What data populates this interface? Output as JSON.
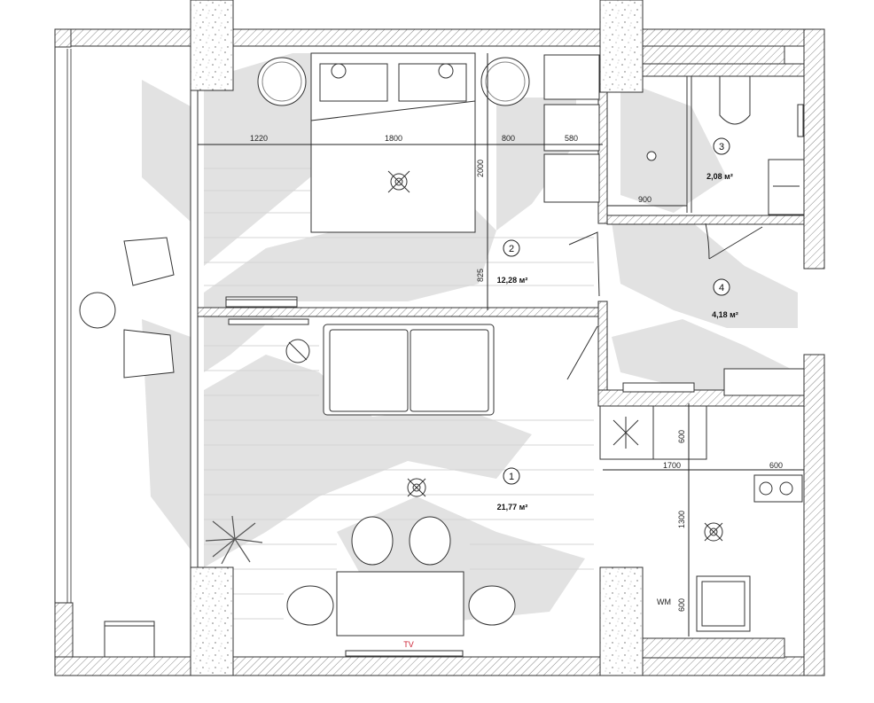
{
  "rooms": [
    {
      "number": "1",
      "area": "21,77 м²"
    },
    {
      "number": "2",
      "area": "12,28 м²"
    },
    {
      "number": "3",
      "area": "2,08 м²"
    },
    {
      "number": "4",
      "area": "4,18 м²"
    }
  ],
  "dimensions": {
    "d1220": "1220",
    "d1800": "1800",
    "d800": "800",
    "d580": "580",
    "d2000": "2000",
    "d825": "825",
    "d900": "900",
    "d600a": "600",
    "d1700": "1700",
    "d600b": "600",
    "d1300": "1300",
    "d600c": "600"
  },
  "labels": {
    "wm": "WM",
    "tv": "TV"
  },
  "colors": {
    "wall_hatch": "#777777",
    "shadow": "#dedede",
    "tv_text": "#cc2233",
    "line": "#333333"
  }
}
